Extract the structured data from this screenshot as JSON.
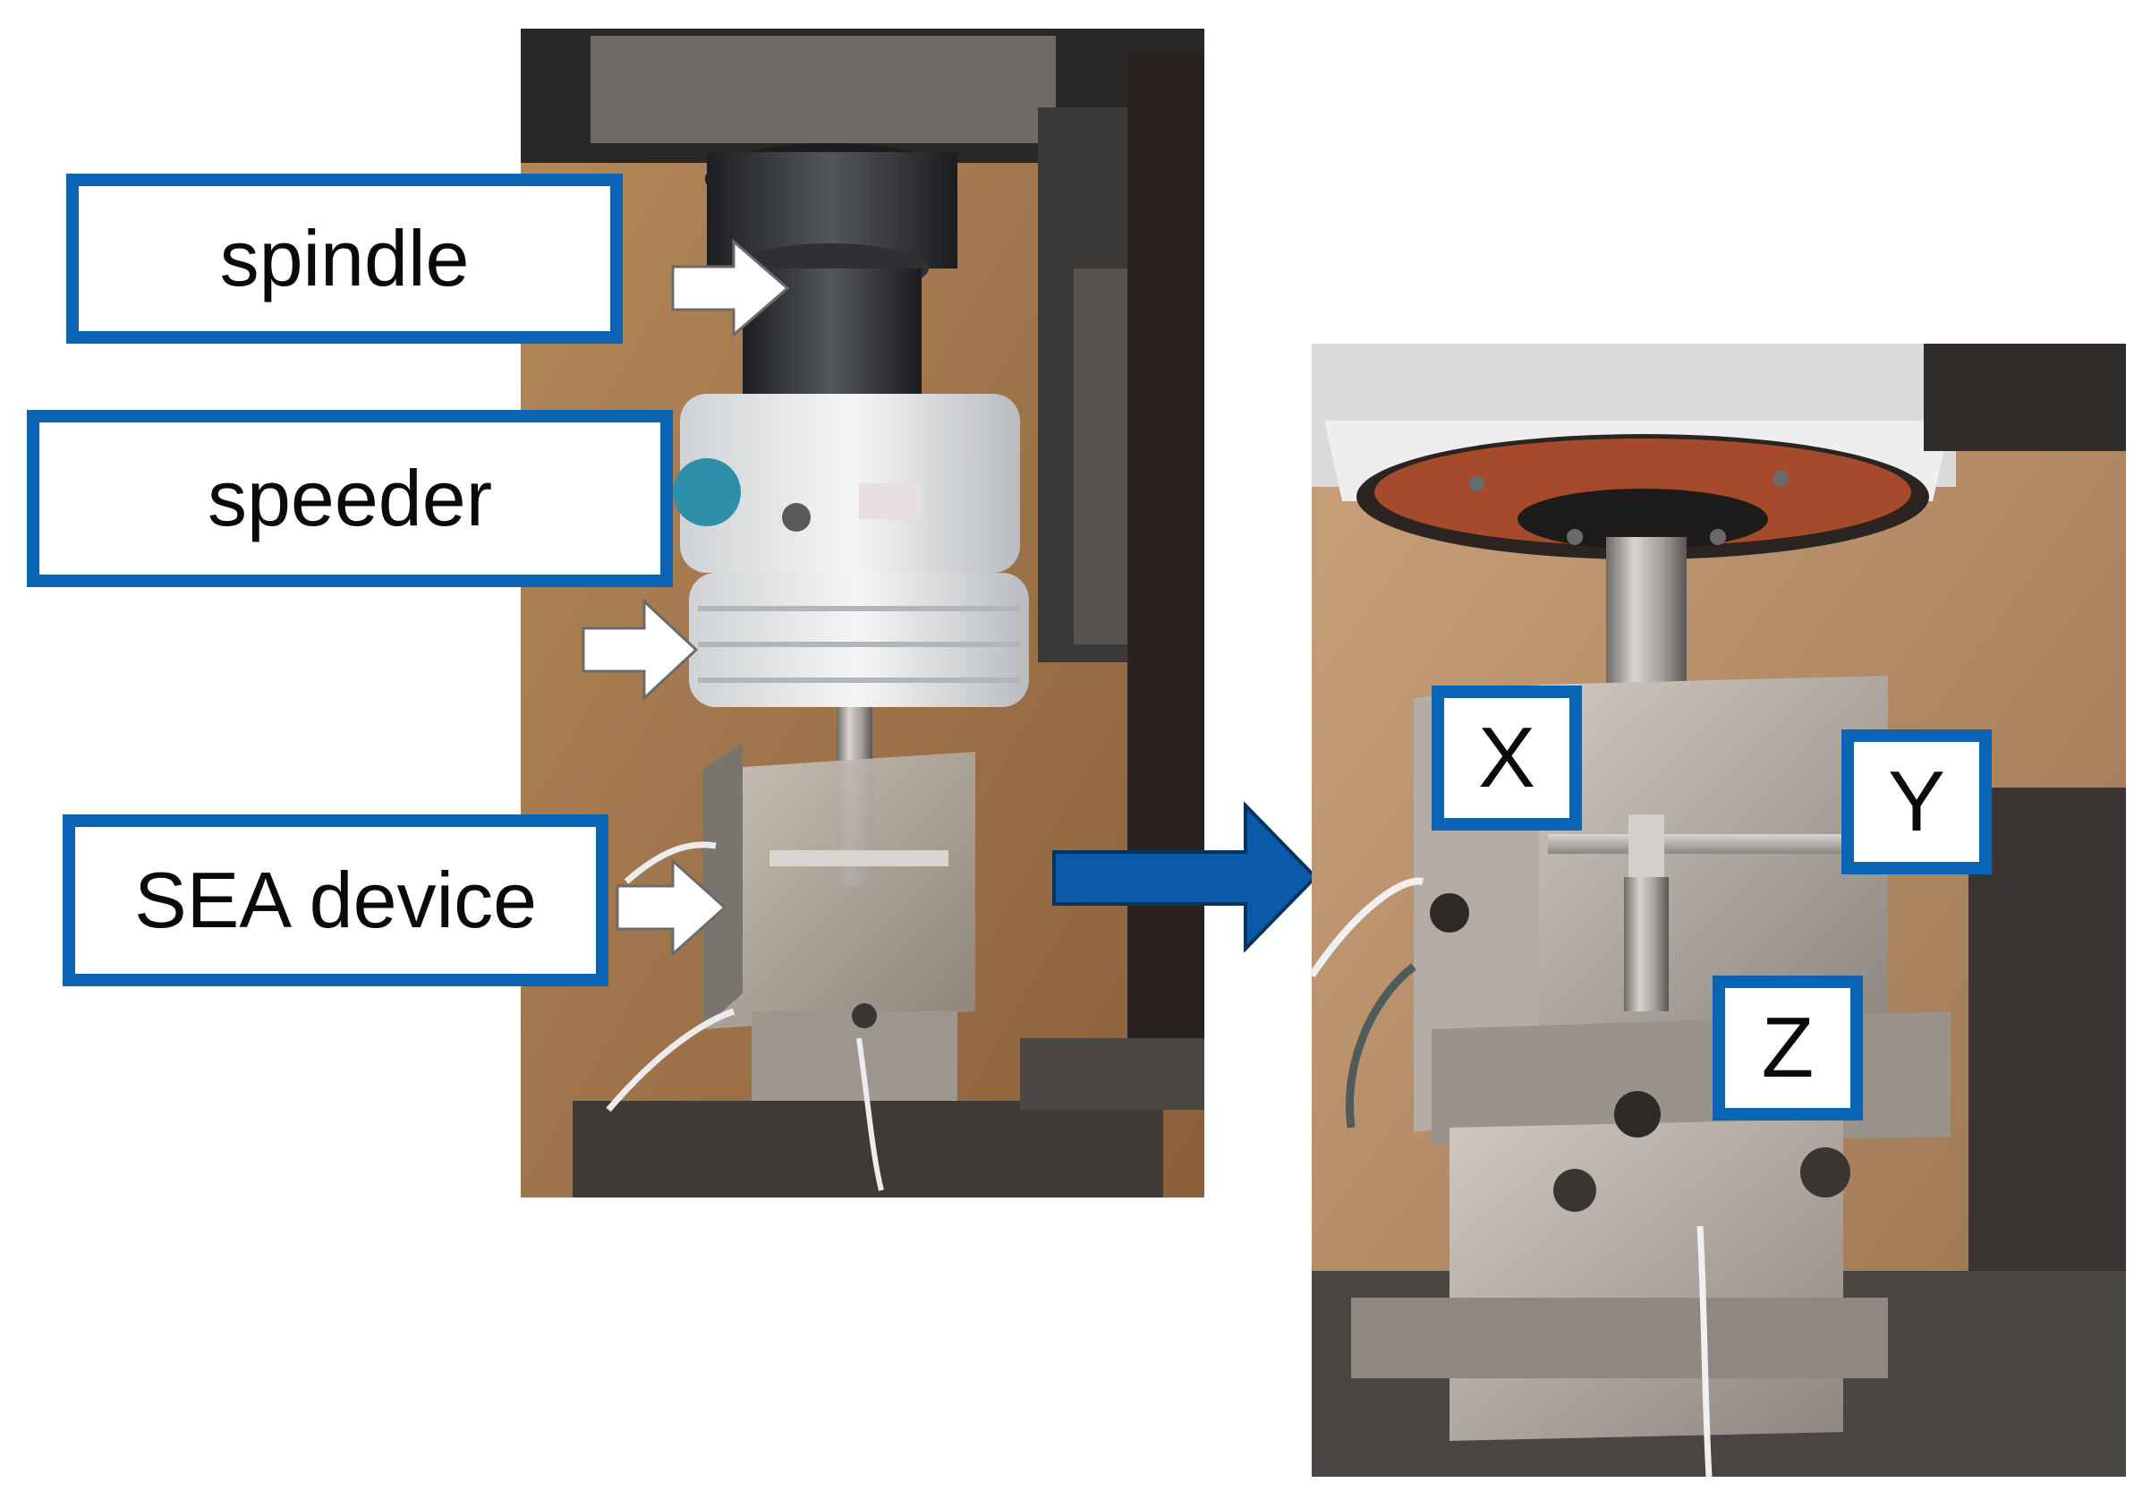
{
  "labels": {
    "spindle": "spindle",
    "speeder": "speeder",
    "sea_device": "SEA device"
  },
  "axes": {
    "x": "X",
    "y": "Y",
    "z": "Z"
  },
  "colors": {
    "label_border": "#0a64b4",
    "pointer_arrow": "#ffffff",
    "connector_arrow": "#0a5aa8"
  }
}
